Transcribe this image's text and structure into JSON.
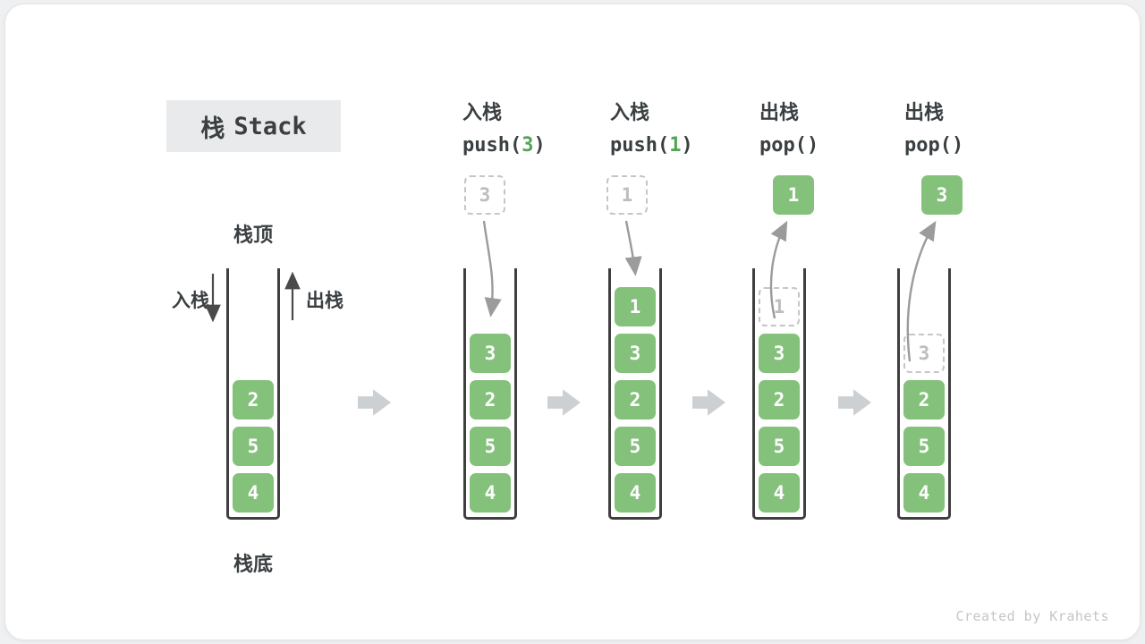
{
  "title": {
    "zh": "栈",
    "en": "Stack"
  },
  "credit": "Created by Krahets",
  "labels": {
    "stack_top": "栈顶",
    "stack_bottom": "栈底",
    "push_side": "入栈",
    "pop_side": "出栈"
  },
  "colors": {
    "cell_green": "#84c17b",
    "arg_green": "#55a355",
    "ghost_gray": "#c6c6c6",
    "step_arrow_gray": "#cdd0d2",
    "curve_arrow_gray": "#9b9b9b"
  },
  "initial": {
    "cells": [
      "2",
      "5",
      "4"
    ]
  },
  "steps": [
    {
      "op_zh": "入栈",
      "op_code_pre": "push(",
      "op_arg": "3",
      "op_code_post": ")",
      "float": {
        "value": "3",
        "ghost": true
      },
      "cells": [
        {
          "value": "3"
        },
        {
          "value": "2"
        },
        {
          "value": "5"
        },
        {
          "value": "4"
        }
      ]
    },
    {
      "op_zh": "入栈",
      "op_code_pre": "push(",
      "op_arg": "1",
      "op_code_post": ")",
      "float": {
        "value": "1",
        "ghost": true
      },
      "cells": [
        {
          "value": "1"
        },
        {
          "value": "3"
        },
        {
          "value": "2"
        },
        {
          "value": "5"
        },
        {
          "value": "4"
        }
      ]
    },
    {
      "op_zh": "出栈",
      "op_code_pre": "pop(",
      "op_arg": "",
      "op_code_post": ")",
      "float": {
        "value": "1",
        "ghost": false
      },
      "cells": [
        {
          "value": "1",
          "ghost": true
        },
        {
          "value": "3"
        },
        {
          "value": "2"
        },
        {
          "value": "5"
        },
        {
          "value": "4"
        }
      ]
    },
    {
      "op_zh": "出栈",
      "op_code_pre": "pop(",
      "op_arg": "",
      "op_code_post": ")",
      "float": {
        "value": "3",
        "ghost": false
      },
      "cells": [
        {
          "value": "3",
          "ghost": true
        },
        {
          "value": "2"
        },
        {
          "value": "5"
        },
        {
          "value": "4"
        }
      ]
    }
  ]
}
